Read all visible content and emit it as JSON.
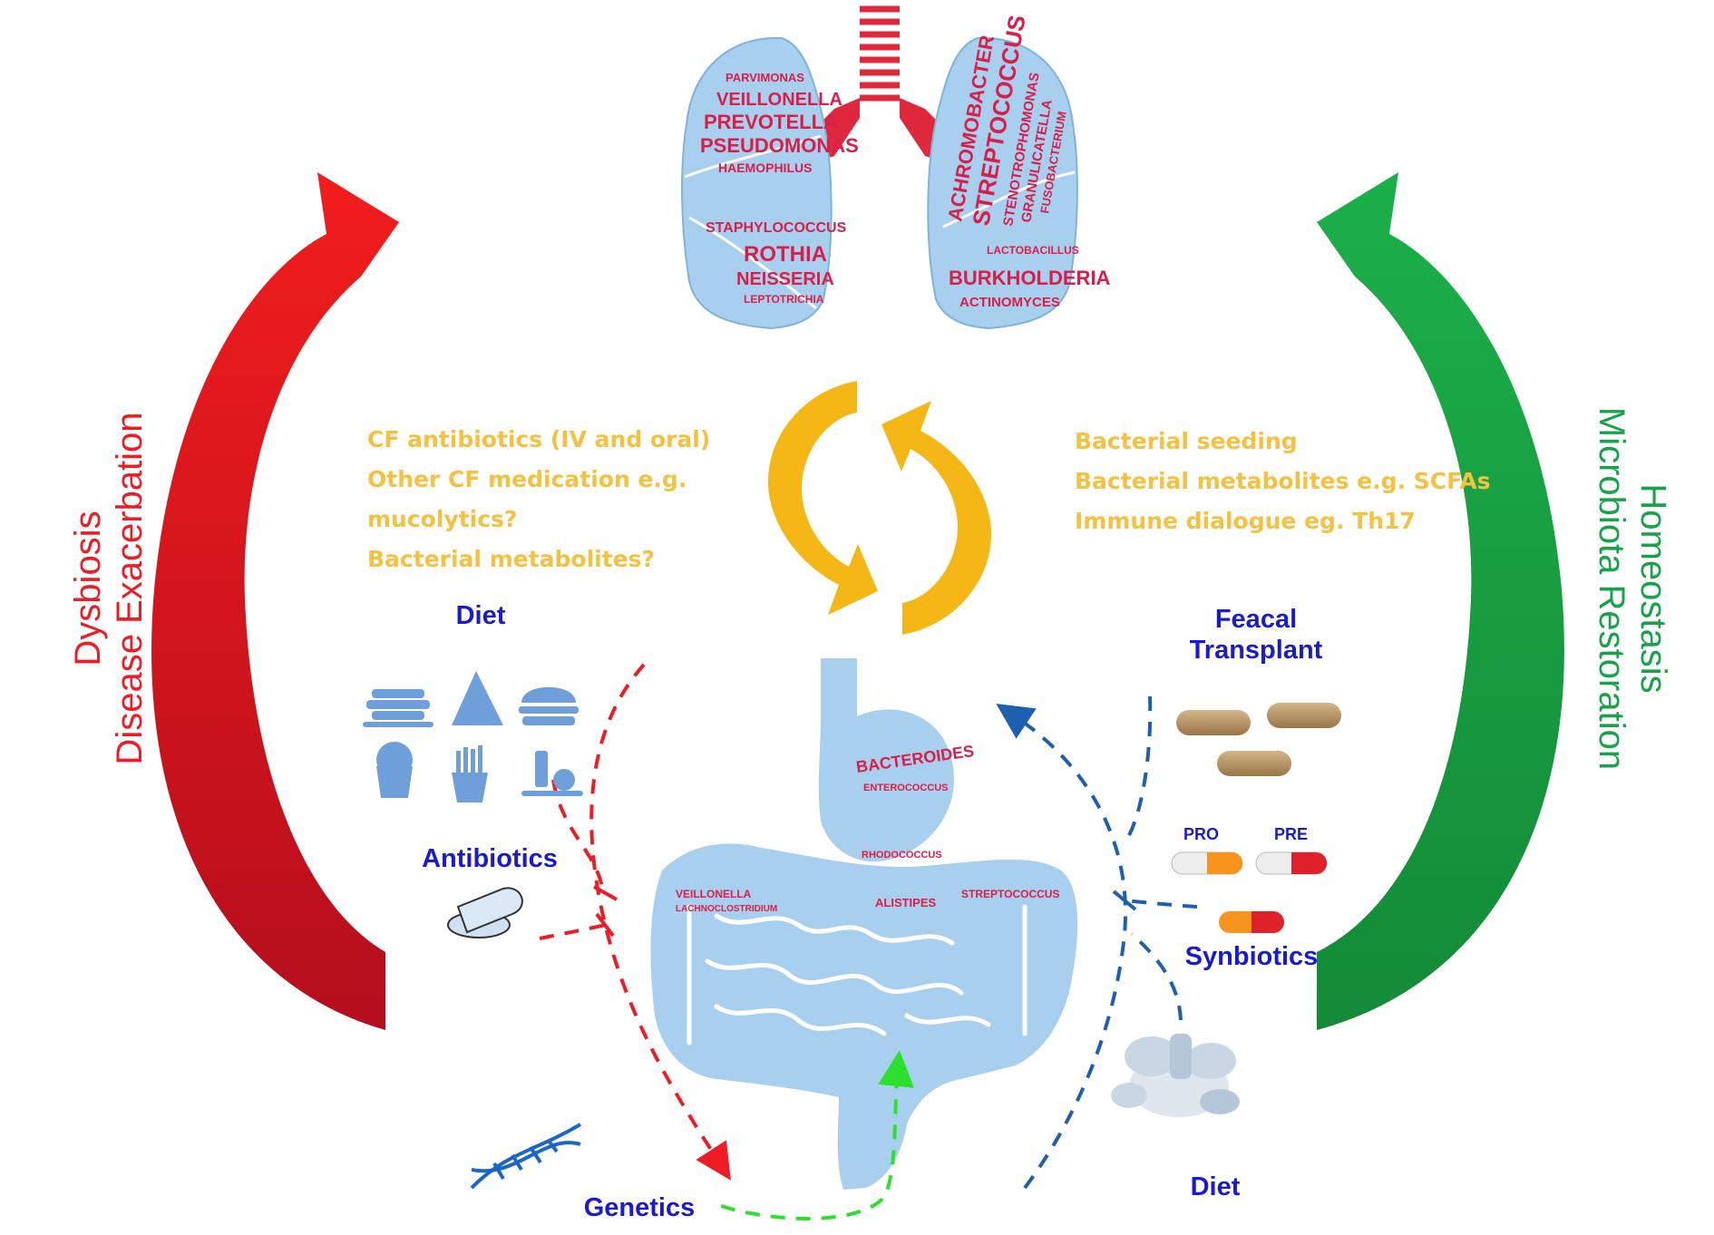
{
  "left_arrow": {
    "line1": "Dysbiosis",
    "line2": "Disease Exacerbation",
    "color": "#ee1c25"
  },
  "right_arrow": {
    "line1": "Homeostasis",
    "line2": "Microbiota Restoration",
    "color": "#19a24a"
  },
  "left_factors": [
    "CF antibiotics (IV and oral)",
    "Other CF medication e.g.",
    "mucolytics?",
    "Bacterial metabolites?"
  ],
  "right_factors": [
    "Bacterial seeding",
    "Bacterial metabolites e.g. SCFAs",
    "Immune dialogue eg. Th17"
  ],
  "negative_influences": {
    "diet": "Diet",
    "antibiotics": "Antibiotics",
    "genetics": "Genetics"
  },
  "positive_influences": {
    "feacal_transplant": [
      "Feacal",
      "Transplant"
    ],
    "pro": "PRO",
    "pre": "PRE",
    "synbiotics": "Synbiotics",
    "diet": "Diet"
  },
  "lung_microbes": [
    "PARVIMONAS",
    "VEILLONELLA",
    "PREVOTELLA",
    "PSEUDOMONAS",
    "HAEMOPHILUS",
    "STAPHYLOCOCCUS",
    "ROTHIA",
    "NEISSERIA",
    "LEPTOTRICHIA",
    "ACHROMOBACTER",
    "STREPTOCOCCUS",
    "STENOTROPHOMONAS",
    "GRANULICATELLA",
    "FUSOBACTERIUM",
    "LACTOBACILLUS",
    "BURKHOLDERIA",
    "ACTINOMYCES"
  ],
  "gut_microbes": [
    "BACTEROIDES",
    "ENTEROCOCCUS",
    "VEILLONELLA",
    "LACHNOCLOSTRIDIUM",
    "ALISTIPES",
    "STREPTOCOCCUS",
    "RHODOCOCCUS"
  ],
  "colors": {
    "cycle": "#f5b716",
    "organ_fill": "#a8d0ee",
    "word_fill": "#d91e4a",
    "dash_red": "#ee1c25",
    "dash_blue": "#1f5fb0",
    "dash_green": "#2ee02e",
    "label_blue": "#1a1ad0"
  }
}
